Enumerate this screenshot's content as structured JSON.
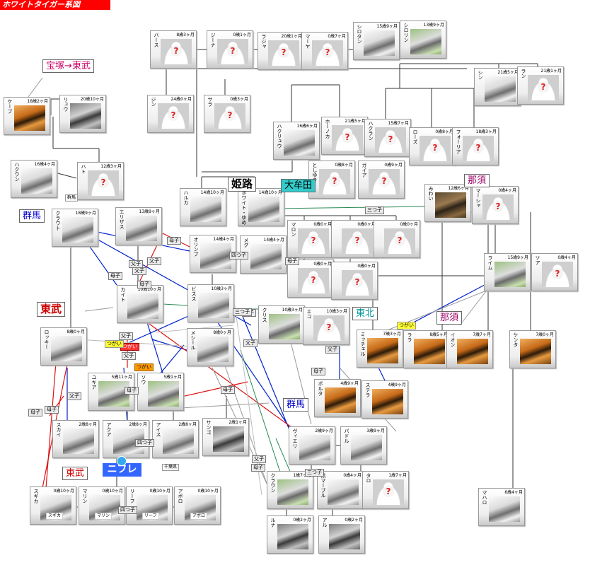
{
  "title": "ホワイトタイガー系図",
  "tigers": [
    {
      "id": "bass",
      "name": "バース",
      "age": "8歳3ヶ月",
      "photo": "unknown"
    },
    {
      "id": "jiina",
      "name": "ジーナ",
      "age": "0歳1ヶ月",
      "photo": "unknown"
    },
    {
      "id": "raja",
      "name": "ラジャ",
      "age": "20歳1ヶ月",
      "photo": "unknown"
    },
    {
      "id": "maya",
      "name": "マーヤ",
      "age": "0歳7ヶ月",
      "photo": "unknown"
    },
    {
      "id": "shirotan",
      "name": "シロタン",
      "age": "15歳9ヶ月",
      "photo": "white"
    },
    {
      "id": "shirorin",
      "name": "シロリン",
      "age": "13歳9ヶ月",
      "photo": "white-grass"
    },
    {
      "id": "shin",
      "name": "シン",
      "age": "21歳5ヶ月",
      "photo": "white"
    },
    {
      "id": "ran",
      "name": "ラン",
      "age": "21歳1ヶ月",
      "photo": "unknown"
    },
    {
      "id": "kepu",
      "name": "ケープ",
      "age": "18歳2ヶ月",
      "photo": "orange"
    },
    {
      "id": "ryu",
      "name": "リュウ",
      "age": "20歳10ヶ月",
      "photo": "white-dark"
    },
    {
      "id": "jin",
      "name": "ジン",
      "age": "24歳0ヶ月",
      "photo": "unknown"
    },
    {
      "id": "sara",
      "name": "サラ",
      "age": "0歳3ヶ月",
      "photo": "unknown"
    },
    {
      "id": "haku",
      "name": "ハクリュウ",
      "age": "16歳6ヶ月",
      "photo": "white"
    },
    {
      "id": "honoka",
      "name": "ホーノカ",
      "age": "21歳5ヶ月",
      "photo": "unknown"
    },
    {
      "id": "hakuran",
      "name": "ハクラン",
      "age": "15歳7ヶ月",
      "photo": "unknown"
    },
    {
      "id": "rozu",
      "name": "ローズ",
      "age": "0歳8ヶ月",
      "photo": "unknown"
    },
    {
      "id": "foria",
      "name": "フォーリア",
      "age": "18歳3ヶ月",
      "photo": "unknown"
    },
    {
      "id": "hakuun",
      "name": "ハクウン",
      "age": "16歳4ヶ月",
      "photo": "white"
    },
    {
      "id": "hato",
      "name": "ハト",
      "age": "12歳3ヶ月",
      "photo": "unknown"
    },
    {
      "id": "toshiyuki",
      "name": "としゆき",
      "age": "0歳8ヶ月",
      "photo": "unknown"
    },
    {
      "id": "gaia",
      "name": "ガイア",
      "age": "0歳9ヶ月",
      "photo": "unknown"
    },
    {
      "id": "miwa",
      "name": "みわい",
      "age": "12歳6ヶ月",
      "photo": "camo"
    },
    {
      "id": "maasha",
      "name": "マーシャ",
      "age": "0歳4ヶ月",
      "photo": "unknown"
    },
    {
      "id": "haruka",
      "name": "ハルカ",
      "age": "14歳10ヶ月",
      "photo": "white"
    },
    {
      "id": "yume",
      "name": "ホワイト・ゆめの",
      "age": "14歳10ヶ月",
      "photo": "white"
    },
    {
      "id": "kurauto",
      "name": "クラウト",
      "age": "18歳9ヶ月",
      "photo": "white"
    },
    {
      "id": "erizasu",
      "name": "エリザス",
      "age": "13歳9ヶ月",
      "photo": "white"
    },
    {
      "id": "maron",
      "name": "マロン",
      "age": "0歳0ヶ月",
      "photo": "unknown"
    },
    {
      "id": "u1",
      "name": "",
      "age": "0歳0ヶ月",
      "photo": "unknown"
    },
    {
      "id": "u2",
      "name": "",
      "age": "0歳0ヶ月",
      "photo": "unknown"
    },
    {
      "id": "u3",
      "name": "",
      "age": "0歳0ヶ月",
      "photo": "unknown"
    },
    {
      "id": "u4",
      "name": "",
      "age": "0歳0ヶ月",
      "photo": "unknown"
    },
    {
      "id": "orinpu",
      "name": "オリンプ",
      "age": "14歳4ヶ月",
      "photo": "white"
    },
    {
      "id": "megu",
      "name": "メグ",
      "age": "14歳4ヶ月",
      "photo": "white"
    },
    {
      "id": "raimu",
      "name": "ライム",
      "age": "15歳9ヶ月",
      "photo": "white-grass"
    },
    {
      "id": "sora",
      "name": "ソア",
      "age": "0歳4ヶ月",
      "photo": "unknown"
    },
    {
      "id": "kaito",
      "name": "カイト",
      "age": "10歳10ヶ月",
      "photo": "white"
    },
    {
      "id": "bisu",
      "name": "ビスス",
      "age": "10歳3ヶ月",
      "photo": "white"
    },
    {
      "id": "kurisu",
      "name": "クリス",
      "age": "10歳3ヶ月",
      "photo": "white-grass"
    },
    {
      "id": "eko",
      "name": "エコ",
      "age": "10歳3ヶ月",
      "photo": "unknown"
    },
    {
      "id": "rokiko",
      "name": "ロッキー",
      "age": "8歳0ヶ月",
      "photo": "white"
    },
    {
      "id": "mesgil",
      "name": "メシール",
      "age": "8歳0ヶ月",
      "photo": "white"
    },
    {
      "id": "mitchel",
      "name": "ミッチェル",
      "age": "7歳3ヶ月",
      "photo": "orange"
    },
    {
      "id": "rala",
      "name": "ララ",
      "age": "8歳5ヶ月",
      "photo": "orange"
    },
    {
      "id": "ion",
      "name": "イオン",
      "age": "7歳7ヶ月",
      "photo": "orange"
    },
    {
      "id": "kenta",
      "name": "ケンタ",
      "age": "7歳0ヶ月",
      "photo": "orange"
    },
    {
      "id": "yukia",
      "name": "ユキア",
      "age": "5歳11ヶ月",
      "photo": "white-grass"
    },
    {
      "id": "sou",
      "name": "ソウ",
      "age": "5歳1ヶ月",
      "photo": "white-grass"
    },
    {
      "id": "poru",
      "name": "ポルタ",
      "age": "4歳9ヶ月",
      "photo": "orange"
    },
    {
      "id": "sutera",
      "name": "ステラ",
      "age": "4歳9ヶ月",
      "photo": "orange"
    },
    {
      "id": "sukai",
      "name": "スカイ",
      "age": "2歳8ヶ月",
      "photo": "white"
    },
    {
      "id": "akua",
      "name": "アクア",
      "age": "2歳8ヶ月",
      "photo": "white"
    },
    {
      "id": "aisu",
      "name": "アイス",
      "age": "2歳8ヶ月",
      "photo": "white"
    },
    {
      "id": "sango",
      "name": "サンゴ",
      "age": "2歳1ヶ月",
      "photo": "white-dark"
    },
    {
      "id": "vieri",
      "name": "ヴィエリ",
      "age": "2歳9ヶ月",
      "photo": "white"
    },
    {
      "id": "padoru",
      "name": "パドル",
      "age": "3歳9ヶ月",
      "photo": "white"
    },
    {
      "id": "kurausu",
      "name": "クラウン",
      "age": "1歳7ヶ月",
      "photo": "white-grass"
    },
    {
      "id": "kurogo",
      "name": "黒マーブル",
      "age": "0歳4ヶ月",
      "photo": "white"
    },
    {
      "id": "taro",
      "name": "タロ",
      "age": "1歳7ヶ月",
      "photo": "unknown"
    },
    {
      "id": "sugika",
      "name": "スギカ",
      "age": "0歳10ヶ月",
      "photo": "white",
      "caption": "スギカ"
    },
    {
      "id": "marin",
      "name": "マリン",
      "age": "0歳10ヶ月",
      "photo": "white",
      "caption": "マリン"
    },
    {
      "id": "rifu",
      "name": "リーフ",
      "age": "0歳10ヶ月",
      "photo": "white",
      "caption": "リーフ"
    },
    {
      "id": "aporo",
      "name": "アポロ",
      "age": "0歳10ヶ月",
      "photo": "white",
      "caption": "アポロ"
    },
    {
      "id": "runa",
      "name": "ルナ",
      "age": "0歳2ヶ月",
      "photo": "white-dark"
    },
    {
      "id": "aru",
      "name": "アル",
      "age": "0歳2ヶ月",
      "photo": "white-dark"
    },
    {
      "id": "mahako",
      "name": "マハロ",
      "age": "6歳4ヶ月",
      "photo": "white"
    }
  ],
  "places": [
    {
      "id": "takarazuka",
      "label": "宝塚→東武",
      "color": "#cc0066",
      "size": "normal"
    },
    {
      "id": "himeji",
      "label": "姫路",
      "color": "#000000",
      "size": "big"
    },
    {
      "id": "omuta",
      "label": "大牟田",
      "color": "#000000",
      "size": "normal",
      "bg": "#33cccc"
    },
    {
      "id": "nasu1",
      "label": "那須",
      "color": "#990066",
      "size": "normal"
    },
    {
      "id": "gunma1",
      "label": "群馬",
      "color": "#0000cc",
      "size": "normal"
    },
    {
      "id": "tobu1",
      "label": "東武",
      "color": "#cc0000",
      "size": "big"
    },
    {
      "id": "tohoku",
      "label": "東北",
      "color": "#009999",
      "size": "normal"
    },
    {
      "id": "nasu2",
      "label": "那須",
      "color": "#990066",
      "size": "normal"
    },
    {
      "id": "gunma2",
      "label": "群馬",
      "color": "#0000cc",
      "size": "normal"
    },
    {
      "id": "tobu2",
      "label": "東武",
      "color": "#cc0000",
      "size": "normal"
    }
  ],
  "tags": [
    {
      "id": "t1",
      "label": "母子",
      "style": "gray"
    },
    {
      "id": "t2",
      "label": "父子",
      "style": "gray"
    },
    {
      "id": "t3",
      "label": "父子",
      "style": "gray"
    },
    {
      "id": "t4",
      "label": "母子",
      "style": "gray"
    },
    {
      "id": "t5",
      "label": "父子",
      "style": "gray"
    },
    {
      "id": "t6",
      "label": "四つ子",
      "style": "gray"
    },
    {
      "id": "t7",
      "label": "母子",
      "style": "gray"
    },
    {
      "id": "t8",
      "label": "つがい",
      "style": "yellow"
    },
    {
      "id": "t9",
      "label": "父子",
      "style": "gray"
    },
    {
      "id": "t10",
      "label": "母子",
      "style": "gray"
    },
    {
      "id": "t11",
      "label": "つがい",
      "style": "red"
    },
    {
      "id": "t12",
      "label": "つがい",
      "style": "yellow"
    },
    {
      "id": "t13",
      "label": "父子",
      "style": "gray"
    },
    {
      "id": "t14",
      "label": "つがい",
      "style": "orange"
    },
    {
      "id": "t15",
      "label": "父子",
      "style": "gray"
    },
    {
      "id": "t16",
      "label": "母子",
      "style": "gray"
    },
    {
      "id": "t17",
      "label": "四つ子",
      "style": "gray"
    },
    {
      "id": "t18",
      "label": "父子",
      "style": "gray"
    },
    {
      "id": "t19",
      "label": "母子",
      "style": "gray"
    },
    {
      "id": "t20",
      "label": "母子",
      "style": "gray"
    },
    {
      "id": "t21",
      "label": "三つ子",
      "style": "gray"
    },
    {
      "id": "t22",
      "label": "四つ子",
      "style": "gray"
    },
    {
      "id": "t23",
      "label": "三つ子",
      "style": "gray"
    },
    {
      "id": "t24",
      "label": "父子",
      "style": "gray"
    },
    {
      "id": "t25",
      "label": "母子",
      "style": "gray"
    },
    {
      "id": "t26",
      "label": "母子",
      "style": "gray"
    },
    {
      "id": "t27",
      "label": "父子",
      "style": "gray"
    },
    {
      "id": "t28",
      "label": "父子",
      "style": "gray"
    },
    {
      "id": "t29",
      "label": "三つ子",
      "style": "gray"
    },
    {
      "id": "t30",
      "label": "母子",
      "style": "gray"
    }
  ],
  "small_tags": [
    {
      "id": "s1",
      "label": "群馬"
    },
    {
      "id": "s2",
      "label": "千葉県"
    }
  ],
  "highlight": {
    "label": "ニフレル",
    "bg": "#3366ff"
  }
}
